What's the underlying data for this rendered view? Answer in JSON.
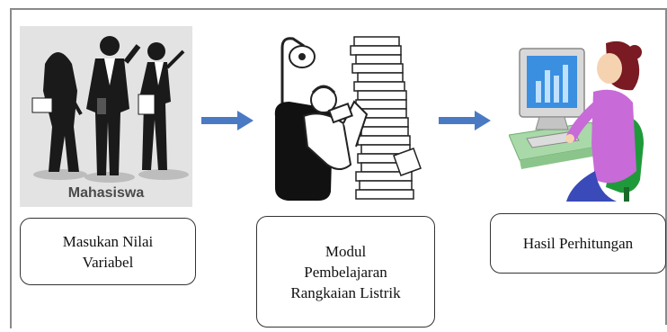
{
  "diagram": {
    "inputs_panel": {
      "caption": "Mahasiswa"
    },
    "steps": [
      {
        "label": "Masukan Nilai\nVariabel"
      },
      {
        "label": "Modul\nPembelajaran\nRangkaian Listrik"
      },
      {
        "label": "Hasil Perhitungan"
      }
    ],
    "colors": {
      "arrow": "#4a7ac4",
      "screen": "#3a8fe0",
      "hair": "#7a1a22",
      "shirt": "#c86ad8",
      "chair": "#1f9a3a"
    },
    "icons": [
      "students-illustration",
      "reading-person-icon",
      "computer-user-icon"
    ]
  }
}
